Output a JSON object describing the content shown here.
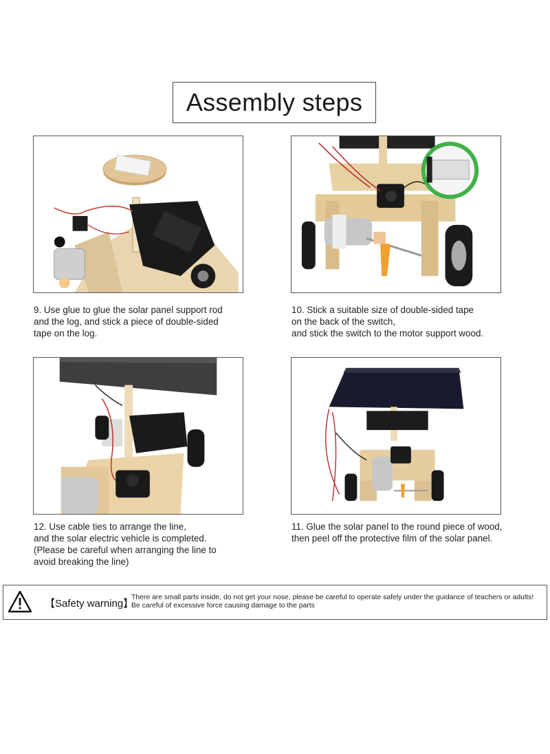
{
  "title": "Assembly steps",
  "steps": [
    {
      "image": "step-9-photo",
      "lines": [
        "9. Use glue to glue the solar panel support rod",
        "and the log, and stick a piece of double-sided",
        "tape on the log."
      ]
    },
    {
      "image": "step-10-photo",
      "lines": [
        "10. Stick a suitable size of double-sided tape",
        "on the back of the switch,",
        "and stick the switch to the motor support wood."
      ]
    },
    {
      "image": "step-12-photo",
      "lines": [
        "12. Use cable ties to arrange the line,",
        "and the solar electric vehicle is completed.",
        "(Please be careful when arranging the line to",
        "avoid breaking the line)"
      ]
    },
    {
      "image": "step-11-photo",
      "lines": [
        "11. Glue the solar panel to the round piece of wood,",
        "then peel off the protective film of the solar panel."
      ]
    }
  ],
  "safety": {
    "icon": "warning-triangle-icon",
    "label": "【Safety warning】",
    "lines": [
      "There are small parts inside, do not get your nose, please be careful to operate safely under the guidance of teachers or adults!",
      "Be careful of excessive force causing damage to the parts"
    ]
  }
}
